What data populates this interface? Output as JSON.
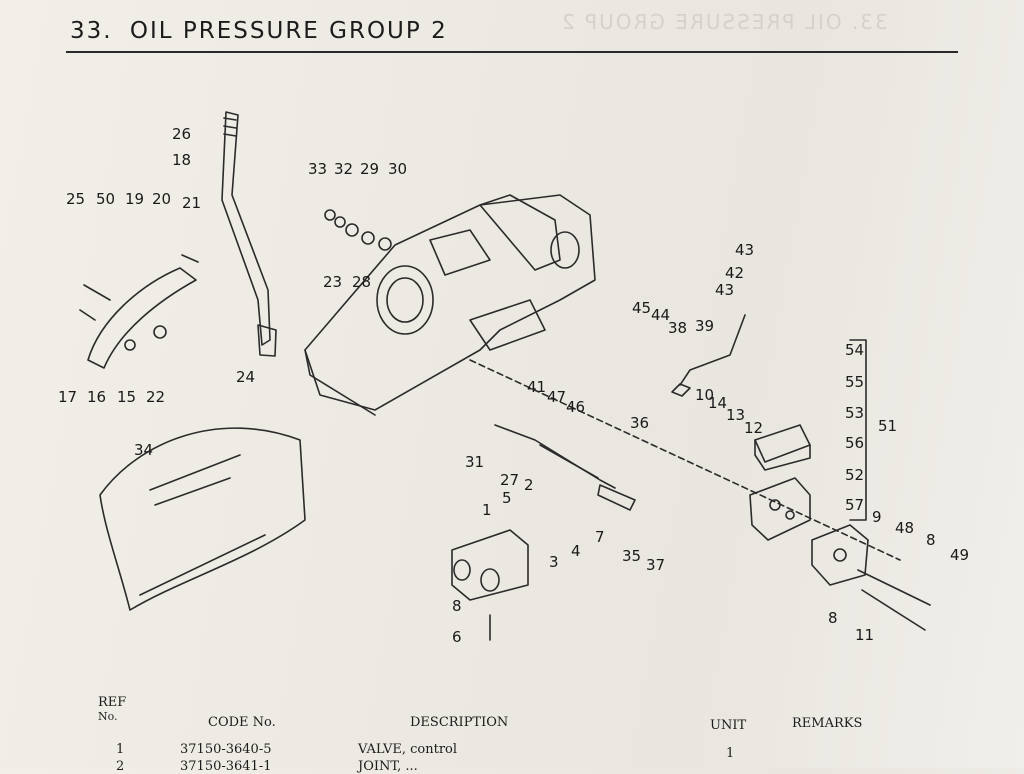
{
  "page": {
    "section_number": "33.",
    "title": "OIL PRESSURE GROUP 2",
    "ghost_title": "33. OIL PRESSURE GROUP 2"
  },
  "callouts": [
    {
      "id": "c26",
      "label": "26"
    },
    {
      "id": "c18",
      "label": "18"
    },
    {
      "id": "c25",
      "label": "25"
    },
    {
      "id": "c50",
      "label": "50"
    },
    {
      "id": "c19",
      "label": "19"
    },
    {
      "id": "c20",
      "label": "20"
    },
    {
      "id": "c21",
      "label": "21"
    },
    {
      "id": "c17",
      "label": "17"
    },
    {
      "id": "c16",
      "label": "16"
    },
    {
      "id": "c15",
      "label": "15"
    },
    {
      "id": "c22",
      "label": "22"
    },
    {
      "id": "c24",
      "label": "24"
    },
    {
      "id": "c33",
      "label": "33"
    },
    {
      "id": "c32",
      "label": "32"
    },
    {
      "id": "c29",
      "label": "29"
    },
    {
      "id": "c30",
      "label": "30"
    },
    {
      "id": "c23",
      "label": "23"
    },
    {
      "id": "c28",
      "label": "28"
    },
    {
      "id": "c43a",
      "label": "43"
    },
    {
      "id": "c42",
      "label": "42"
    },
    {
      "id": "c43b",
      "label": "43"
    },
    {
      "id": "c45",
      "label": "45"
    },
    {
      "id": "c44",
      "label": "44"
    },
    {
      "id": "c38",
      "label": "38"
    },
    {
      "id": "c39",
      "label": "39"
    },
    {
      "id": "c41",
      "label": "41"
    },
    {
      "id": "c47",
      "label": "47"
    },
    {
      "id": "c46",
      "label": "46"
    },
    {
      "id": "c36",
      "label": "36"
    },
    {
      "id": "c54",
      "label": "54"
    },
    {
      "id": "c55",
      "label": "55"
    },
    {
      "id": "c53",
      "label": "53"
    },
    {
      "id": "c51",
      "label": "51"
    },
    {
      "id": "c56",
      "label": "56"
    },
    {
      "id": "c52",
      "label": "52"
    },
    {
      "id": "c57",
      "label": "57"
    },
    {
      "id": "c10",
      "label": "10"
    },
    {
      "id": "c14",
      "label": "14"
    },
    {
      "id": "c13",
      "label": "13"
    },
    {
      "id": "c12",
      "label": "12"
    },
    {
      "id": "c31",
      "label": "31"
    },
    {
      "id": "c27",
      "label": "27"
    },
    {
      "id": "c34",
      "label": "34"
    },
    {
      "id": "c5",
      "label": "5"
    },
    {
      "id": "c2",
      "label": "2"
    },
    {
      "id": "c1",
      "label": "1"
    },
    {
      "id": "c3",
      "label": "3"
    },
    {
      "id": "c4",
      "label": "4"
    },
    {
      "id": "c7",
      "label": "7"
    },
    {
      "id": "c35",
      "label": "35"
    },
    {
      "id": "c37",
      "label": "37"
    },
    {
      "id": "c9",
      "label": "9"
    },
    {
      "id": "c48",
      "label": "48"
    },
    {
      "id": "c8a",
      "label": "8"
    },
    {
      "id": "c49",
      "label": "49"
    },
    {
      "id": "c8b",
      "label": "8"
    },
    {
      "id": "c11",
      "label": "11"
    },
    {
      "id": "c8c",
      "label": "8"
    },
    {
      "id": "c6",
      "label": "6"
    }
  ],
  "parts_table": {
    "headers": {
      "ref_line1": "REF",
      "ref_line2": "No.",
      "code": "CODE No.",
      "description": "DESCRIPTION",
      "unit": "UNIT",
      "remarks": "REMARKS"
    },
    "rows": [
      {
        "ref": "1",
        "code": "37150-3640-5",
        "description": "VALVE, control",
        "unit": "1",
        "remarks": ""
      },
      {
        "ref": "2",
        "code": "37150-3641-1",
        "description": "JOINT, ...",
        "unit": "",
        "remarks": ""
      }
    ]
  }
}
